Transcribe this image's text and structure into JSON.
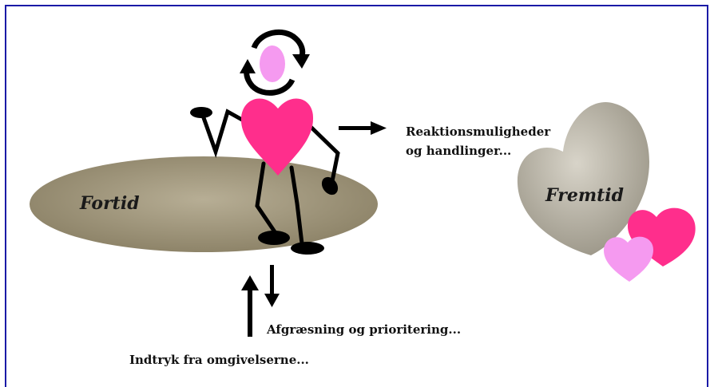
{
  "labels": {
    "past": "Fortid",
    "future": "Fremtid",
    "reactions_line1": "Reaktionsmuligheder",
    "reactions_line2": "og handlinger...",
    "prioritizing": "Afgræsning og prioritering...",
    "impressions": "Indtryk fra omgivelserne..."
  },
  "colors": {
    "frame": "#1a1aa6",
    "past_ellipse": "#a89e82",
    "future_heart": "#bdb9ad",
    "body_heart": "#ff2e8c",
    "head": "#f59af0",
    "small_heart_pink": "#ff2e8c",
    "small_heart_light": "#f59af0",
    "ink": "#000000"
  },
  "icons": [
    "circular-arrows-icon",
    "arrow-right-icon",
    "arrow-up-icon",
    "arrow-down-icon"
  ]
}
